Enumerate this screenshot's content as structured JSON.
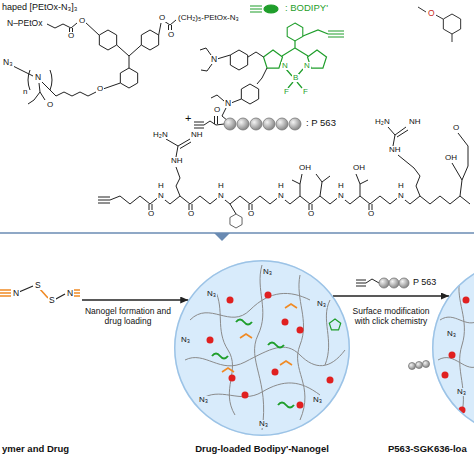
{
  "diagram": {
    "nodes": [
      {
        "text": [
          "ymer and Drug"
        ]
      },
      {
        "text": [
          "Drug-loaded Bodipy'-Nanogel"
        ]
      },
      {
        "text": [
          "P563-SGK636-loa"
        ]
      }
    ],
    "edges": [
      {
        "from": 0,
        "to": 1,
        "label": "Nanogel formation and drug loading",
        "arrow": "to"
      },
      {
        "from": 1,
        "to": 2,
        "label": "Surface modification with click chemistry",
        "arrow": "to"
      }
    ],
    "labels": [
      "haped [PEtOx-N₃]₃",
      "N–PEtOx",
      "O",
      "O",
      "O",
      "O",
      "(CH₂)₅-PEtOx-N₃",
      "N₃",
      "N",
      "n",
      "O",
      "O",
      ": BODIPY'",
      "N",
      "N",
      "B",
      "F",
      "F",
      "N",
      "N",
      "O",
      "+",
      ": P 563",
      "O",
      "O",
      "H",
      "N",
      "O",
      "H",
      "N",
      "O",
      "H",
      "N",
      "O",
      "H",
      "N",
      "O",
      "H",
      "N",
      "H₂N",
      "NH",
      "NH",
      "OH",
      "OH",
      "H₂N",
      "NH",
      "NH",
      "O",
      "OH",
      "N",
      "S",
      "S",
      "N",
      "P 563",
      "N₃",
      "N₃",
      "N₃",
      "N₃",
      "N₃",
      "N₃",
      "N₃",
      "N₃",
      "N₃"
    ]
  }
}
